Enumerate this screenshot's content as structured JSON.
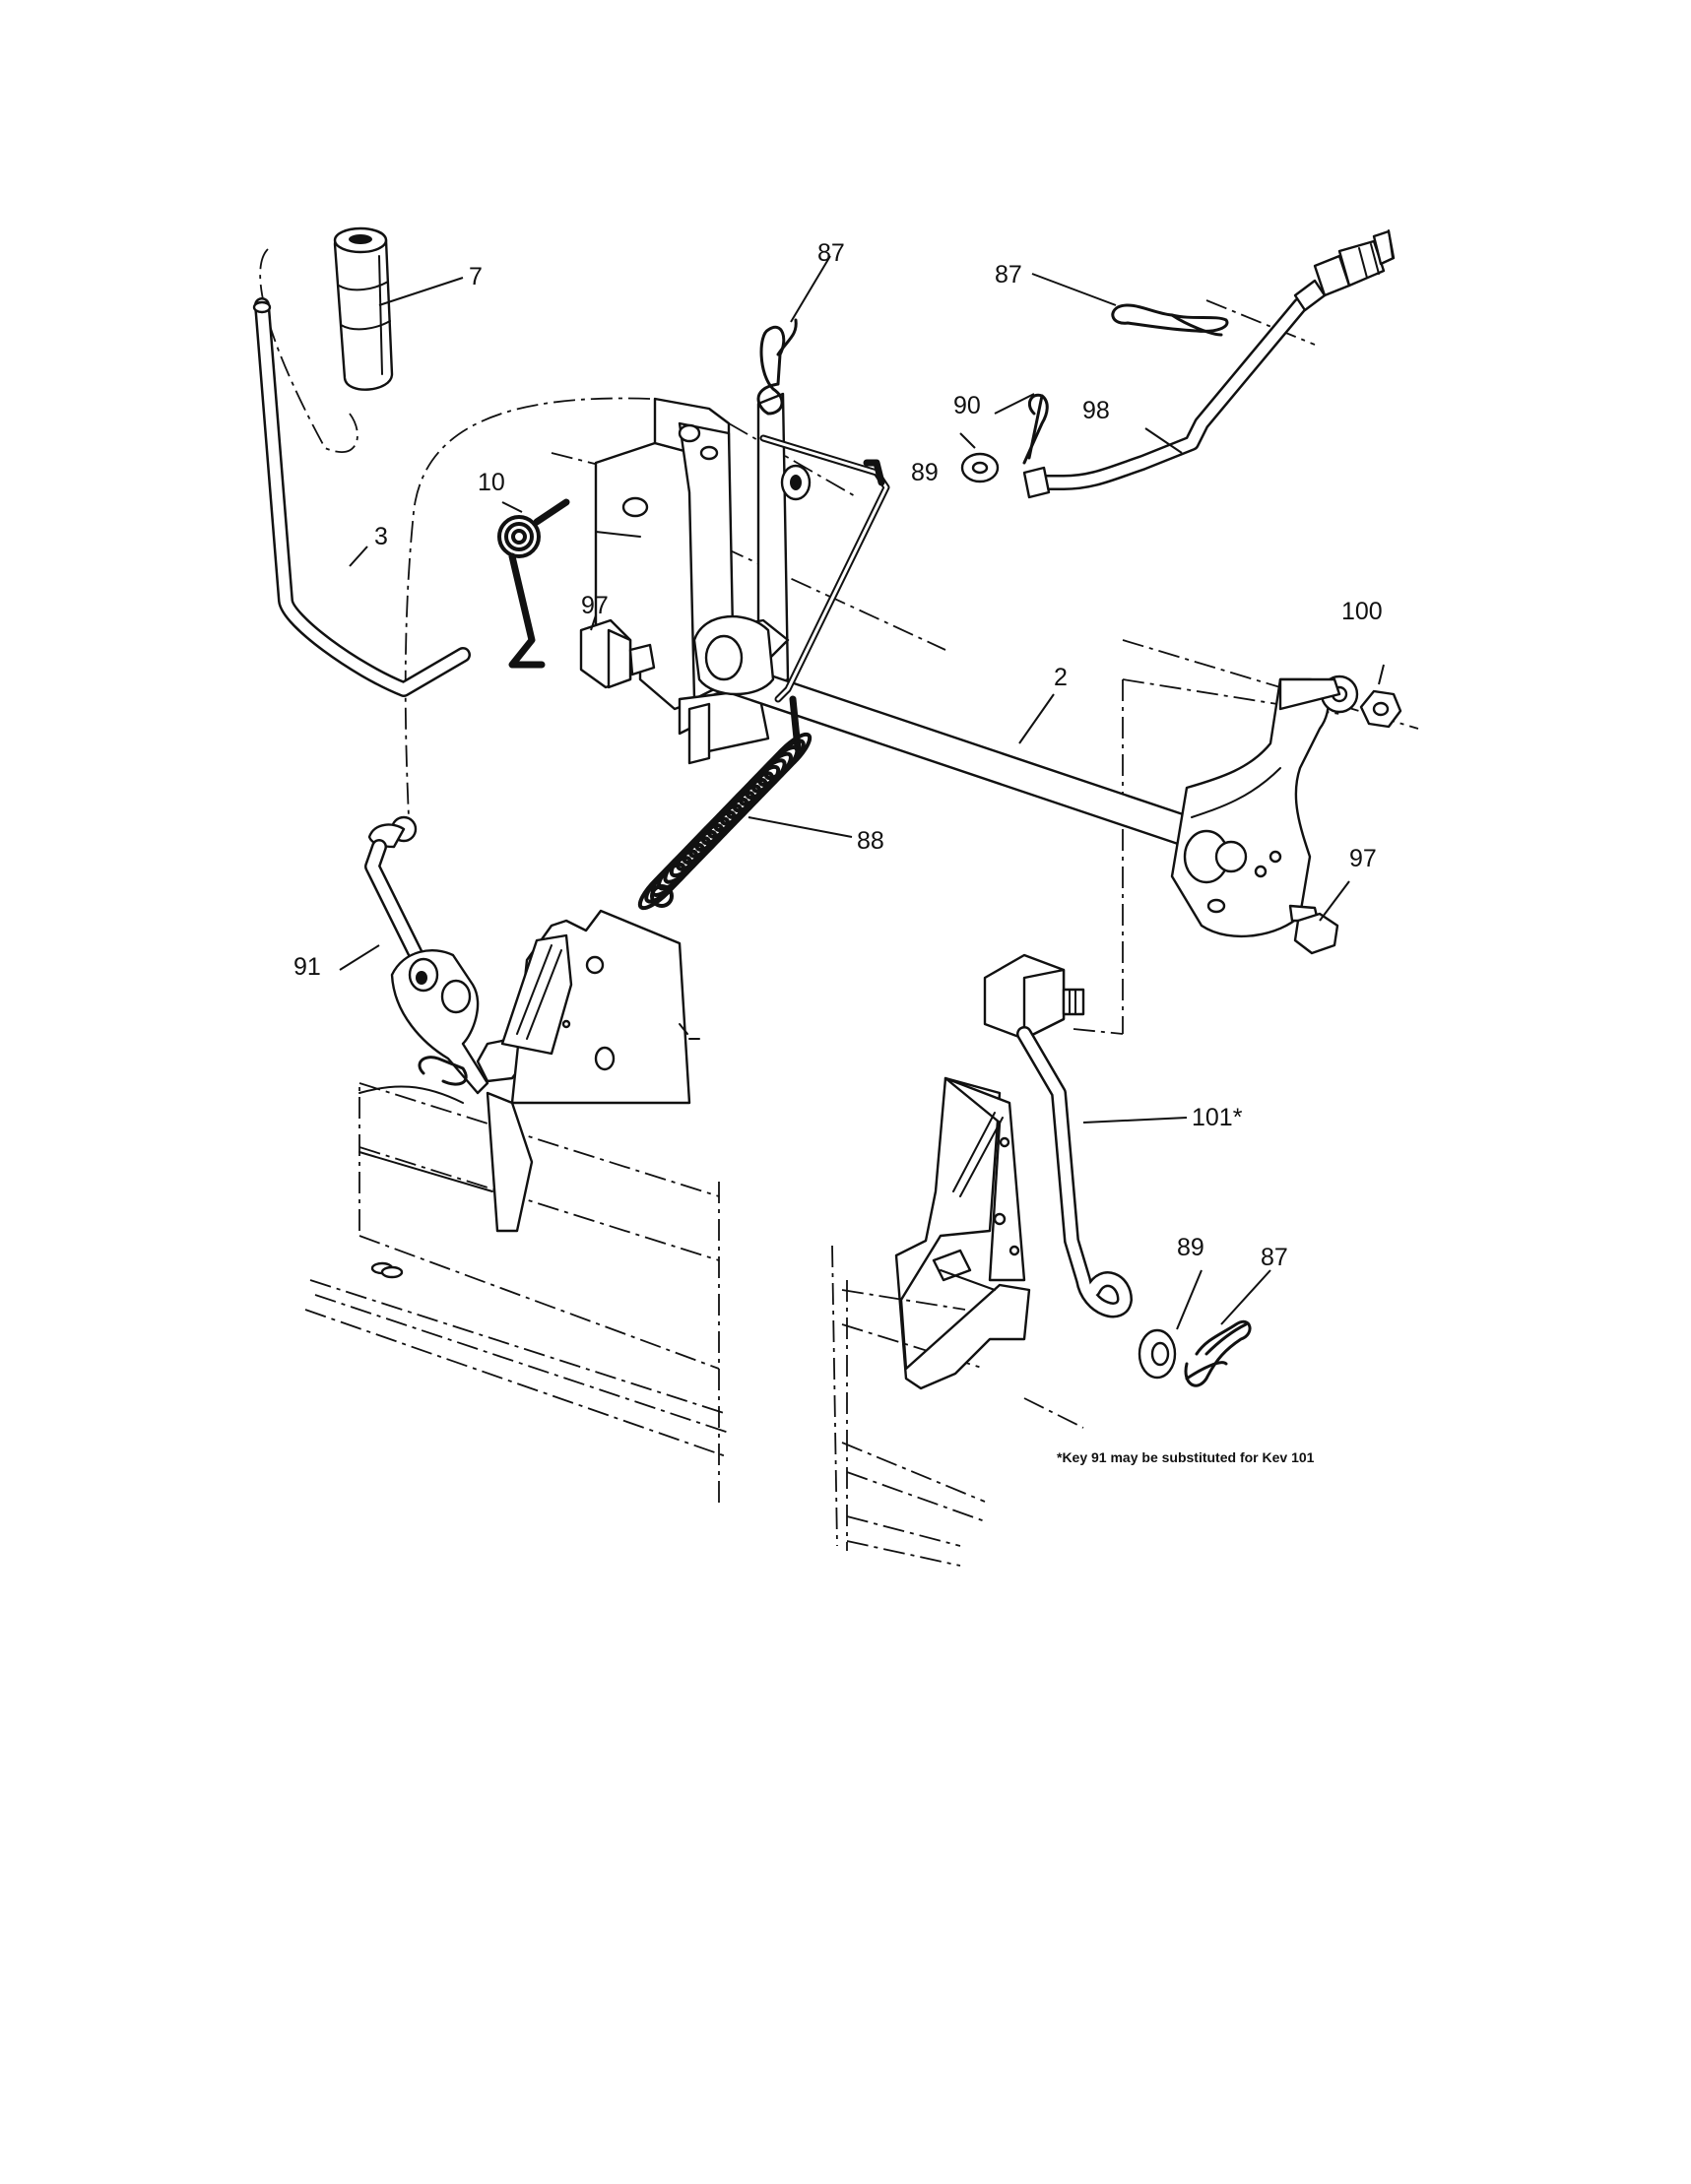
{
  "callouts": [
    {
      "id": "c7",
      "text": "7"
    },
    {
      "id": "c87a",
      "text": "87"
    },
    {
      "id": "c87b",
      "text": "87"
    },
    {
      "id": "c90",
      "text": "90"
    },
    {
      "id": "c98",
      "text": "98"
    },
    {
      "id": "c89a",
      "text": "89"
    },
    {
      "id": "c10",
      "text": "10"
    },
    {
      "id": "c3",
      "text": "3"
    },
    {
      "id": "c97a",
      "text": "97"
    },
    {
      "id": "c100",
      "text": "100"
    },
    {
      "id": "c2",
      "text": "2"
    },
    {
      "id": "c88",
      "text": "88"
    },
    {
      "id": "c97b",
      "text": "97"
    },
    {
      "id": "c91",
      "text": "91"
    },
    {
      "id": "c101",
      "text": "101*"
    },
    {
      "id": "c89b",
      "text": "89"
    },
    {
      "id": "c87c",
      "text": "87"
    }
  ],
  "footnote": "*Key 91 may be substituted for Kev 101"
}
